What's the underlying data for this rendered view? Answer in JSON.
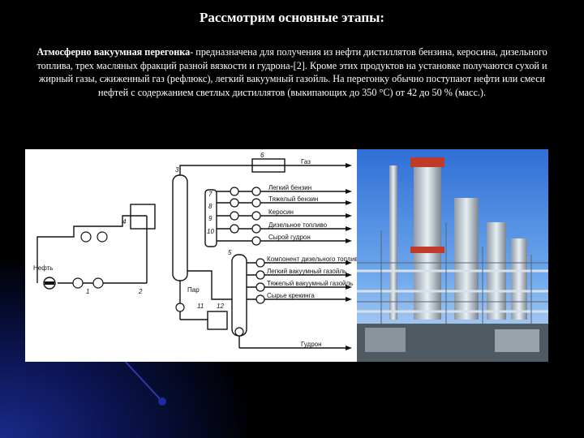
{
  "slide": {
    "title": "Рассмотрим основные этапы:",
    "term": "Атмосферно вакуумная перегонка",
    "text": "- предназначена для получения из нефти дистиллятов бензина, керосина, дизельного топлива, трех масляных фракций разной вязкости и гудрона-[2]. Кроме этих продуктов на установке получаются сухой и жирный газы, сжиженный газ (рефлюкс), легкий вакуумный газойль. На перегонку обычно поступают нефти или смеси нефтей с содержанием светлых дистиллятов (выкипающих до 350 °С) от 42 до 50 % (масс.)."
  },
  "diagram": {
    "feed_label": "Нефть",
    "outputs": [
      "Газ",
      "Легкий бензин",
      "Тяжелый бензин",
      "Керосин",
      "Дизельное топливо",
      "Сырой гудрон",
      "Компонент дизельного топлива",
      "Легкий вакуумный газойль",
      "Тяжелый вакуумный газойль",
      "Сырье крекинга",
      "Гудрон"
    ],
    "steam_label": "Пар",
    "numbers": [
      "1",
      "2",
      "3",
      "4",
      "5",
      "6",
      "7",
      "8",
      "9",
      "10",
      "11",
      "12"
    ]
  },
  "colors": {
    "background": "#000000",
    "glow": "#1a2a8a",
    "text": "#ffffff"
  }
}
